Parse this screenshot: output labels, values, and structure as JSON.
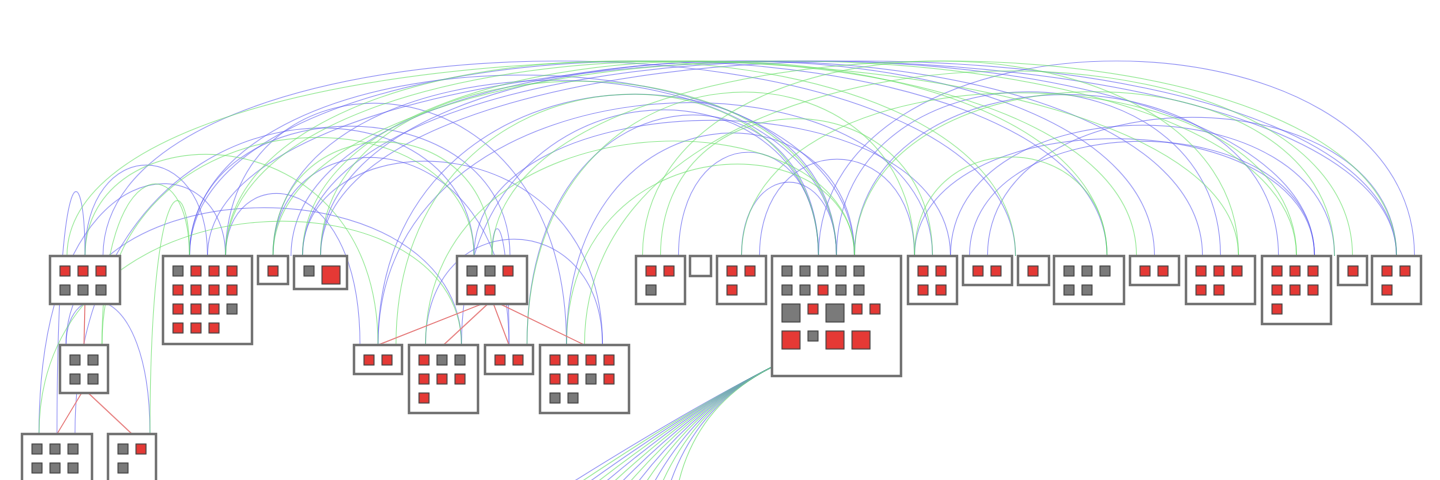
{
  "colors": {
    "background": "#ffffff",
    "container_border": "#707070",
    "node_red": "#e53935",
    "node_gray": "#7a7a7a",
    "node_border": "#3a3a3a",
    "edge_blue": "#6a6af0",
    "edge_green": "#6ee06e",
    "edge_red": "#e57a7a"
  },
  "containers": [
    {
      "id": "c1",
      "cells": [
        "r",
        "r",
        "r",
        "g",
        "g",
        "g"
      ]
    },
    {
      "id": "c2",
      "cells": [
        "g",
        "r",
        "r",
        "r",
        "r",
        "r",
        "r",
        "r",
        "r",
        "r",
        "r",
        "g",
        "r",
        "r",
        "r"
      ]
    },
    {
      "id": "c3",
      "cells": [
        "r"
      ]
    },
    {
      "id": "c4",
      "cells": [
        "g",
        "R"
      ]
    },
    {
      "id": "c5",
      "cells": [
        "g",
        "g",
        "g",
        "g"
      ]
    },
    {
      "id": "c6",
      "cells": [
        "g",
        "g",
        "g",
        "g",
        "g",
        "g"
      ]
    },
    {
      "id": "c7",
      "cells": [
        "g",
        "r",
        "g"
      ]
    },
    {
      "id": "c8",
      "cells": [
        "g",
        "g",
        "r",
        "r",
        "r"
      ]
    },
    {
      "id": "c9",
      "cells": [
        "r",
        "r"
      ]
    },
    {
      "id": "c10",
      "cells": [
        "r",
        "g",
        "g",
        "r",
        "r",
        "r",
        "r"
      ]
    },
    {
      "id": "c11",
      "cells": [
        "r",
        "r"
      ]
    },
    {
      "id": "c12",
      "cells": [
        "r",
        "r",
        "r",
        "r",
        "r",
        "r",
        "g",
        "r",
        "g",
        "g"
      ]
    },
    {
      "id": "c13",
      "cells": [
        "r",
        "r",
        "g"
      ]
    },
    {
      "id": "c14",
      "cells": []
    },
    {
      "id": "c15",
      "cells": [
        "r",
        "r",
        "r"
      ]
    },
    {
      "id": "c16",
      "cells": [
        "g",
        "g",
        "g",
        "g",
        "g",
        "g",
        "g",
        "r",
        "g",
        "g",
        "G",
        "r",
        "G",
        "r",
        "r",
        "R",
        "g",
        "R",
        "R"
      ]
    },
    {
      "id": "c17",
      "cells": [
        "r",
        "r",
        "r",
        "r"
      ]
    },
    {
      "id": "c18",
      "cells": [
        "r",
        "r"
      ]
    },
    {
      "id": "c19",
      "cells": [
        "r"
      ]
    },
    {
      "id": "c20",
      "cells": [
        "g",
        "g",
        "g",
        "g",
        "g"
      ]
    },
    {
      "id": "c21",
      "cells": [
        "r",
        "r"
      ]
    },
    {
      "id": "c22",
      "cells": [
        "r",
        "r",
        "r",
        "r",
        "r"
      ]
    },
    {
      "id": "c23",
      "cells": [
        "r",
        "r",
        "r",
        "r",
        "r",
        "r",
        "r"
      ]
    },
    {
      "id": "c24",
      "cells": [
        "r"
      ]
    },
    {
      "id": "c25",
      "cells": [
        "r",
        "r",
        "r"
      ]
    }
  ],
  "edges": {
    "blue": [
      [
        "c2",
        "c16"
      ],
      [
        "c2",
        "c25"
      ],
      [
        "c3",
        "c22"
      ],
      [
        "c4",
        "c23"
      ],
      [
        "c4",
        "c21"
      ],
      [
        "c1",
        "c19"
      ],
      [
        "c2",
        "c20"
      ],
      [
        "c4",
        "c25"
      ],
      [
        "c10",
        "c16"
      ],
      [
        "c12",
        "c16"
      ],
      [
        "c9",
        "c17"
      ],
      [
        "c6",
        "c8"
      ],
      [
        "c5",
        "c10"
      ],
      [
        "c1",
        "c2"
      ],
      [
        "c2",
        "c12"
      ],
      [
        "c8",
        "c17"
      ],
      [
        "c3",
        "c16"
      ],
      [
        "c16",
        "c23"
      ],
      [
        "c16",
        "c25"
      ],
      [
        "c16",
        "c22"
      ],
      [
        "c17",
        "c24"
      ],
      [
        "c18",
        "c23"
      ],
      [
        "c15",
        "c16"
      ],
      [
        "c13",
        "c16"
      ],
      [
        "c10",
        "c12"
      ],
      [
        "c8",
        "c11"
      ],
      [
        "c7",
        "c5"
      ],
      [
        "c6",
        "c2"
      ],
      [
        "c9",
        "c16"
      ],
      [
        "c11",
        "c16"
      ],
      [
        "c17",
        "c23"
      ],
      [
        "c18",
        "c25"
      ],
      [
        "c15",
        "c17"
      ],
      [
        "c2",
        "c8"
      ],
      [
        "c1",
        "c6"
      ],
      [
        "c2",
        "c9"
      ],
      [
        "c4",
        "c12"
      ],
      [
        "c3",
        "c11"
      ]
    ],
    "green": [
      [
        "c1",
        "c22"
      ],
      [
        "c3",
        "c23"
      ],
      [
        "c2",
        "c19"
      ],
      [
        "c4",
        "c20"
      ],
      [
        "c8",
        "c25"
      ],
      [
        "c5",
        "c8"
      ],
      [
        "c6",
        "c10"
      ],
      [
        "c12",
        "c24"
      ],
      [
        "c9",
        "c16"
      ],
      [
        "c13",
        "c22"
      ],
      [
        "c15",
        "c23"
      ],
      [
        "c16",
        "c24"
      ],
      [
        "c2",
        "c5"
      ],
      [
        "c3",
        "c8"
      ],
      [
        "c11",
        "c17"
      ],
      [
        "c10",
        "c16"
      ],
      [
        "c1",
        "c9"
      ],
      [
        "c7",
        "c2"
      ],
      [
        "c17",
        "c20"
      ],
      [
        "c13",
        "c17"
      ],
      [
        "c2",
        "c21"
      ],
      [
        "c12",
        "c16"
      ],
      [
        "c4",
        "c16"
      ]
    ],
    "red": [
      [
        "c1",
        "c5"
      ],
      [
        "c5",
        "c6"
      ],
      [
        "c5",
        "c7"
      ],
      [
        "c8",
        "c9"
      ],
      [
        "c8",
        "c10"
      ],
      [
        "c8",
        "c11"
      ],
      [
        "c8",
        "c12"
      ]
    ]
  }
}
